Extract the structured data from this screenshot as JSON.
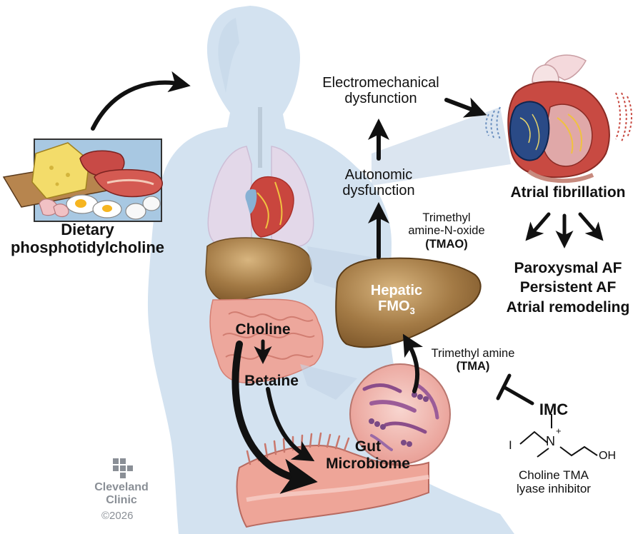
{
  "labels": {
    "dietary_line1": "Dietary",
    "dietary_line2": "phosphotidylcholine",
    "electro_line1": "Electromechanical",
    "electro_line2": "dysfunction",
    "autonomic_line1": "Autonomic",
    "autonomic_line2": "dysfunction",
    "atrial_fibrillation": "Atrial fibrillation",
    "paroxysmal": "Paroxysmal AF",
    "persistent": "Persistent AF",
    "remodeling": "Atrial remodeling",
    "tmao_line1": "Trimethyl",
    "tmao_line2": "amine-N-oxide",
    "tmao_line3": "(TMAO)",
    "hepatic_line1": "Hepatic",
    "hepatic_fmo": "FMO",
    "hepatic_sub": "3",
    "tma_line1": "Trimethyl amine",
    "tma_line2": "(TMA)",
    "choline": "Choline",
    "betaine": "Betaine",
    "gut_line1": "Gut",
    "gut_line2": "Microbiome",
    "imc": "IMC",
    "inhibitor_line1": "Choline TMA",
    "inhibitor_line2": "lyase inhibitor",
    "chem_i": "I",
    "chem_n": "N",
    "chem_plus": "+",
    "chem_oh": "OH"
  },
  "logo": {
    "line1": "Cleveland",
    "line2": "Clinic",
    "copyright": "©2026"
  },
  "colors": {
    "body_silhouette": "#d3e2f0",
    "liver": "#9a7440",
    "gut": "#ec9f94",
    "heart_red": "#b8403a",
    "arrow": "#111111"
  },
  "icons": [
    "cleveland-clinic-logo-icon",
    "heart-icon",
    "liver-icon",
    "intestine-icon",
    "microbiome-icon",
    "food-plate-icon"
  ]
}
